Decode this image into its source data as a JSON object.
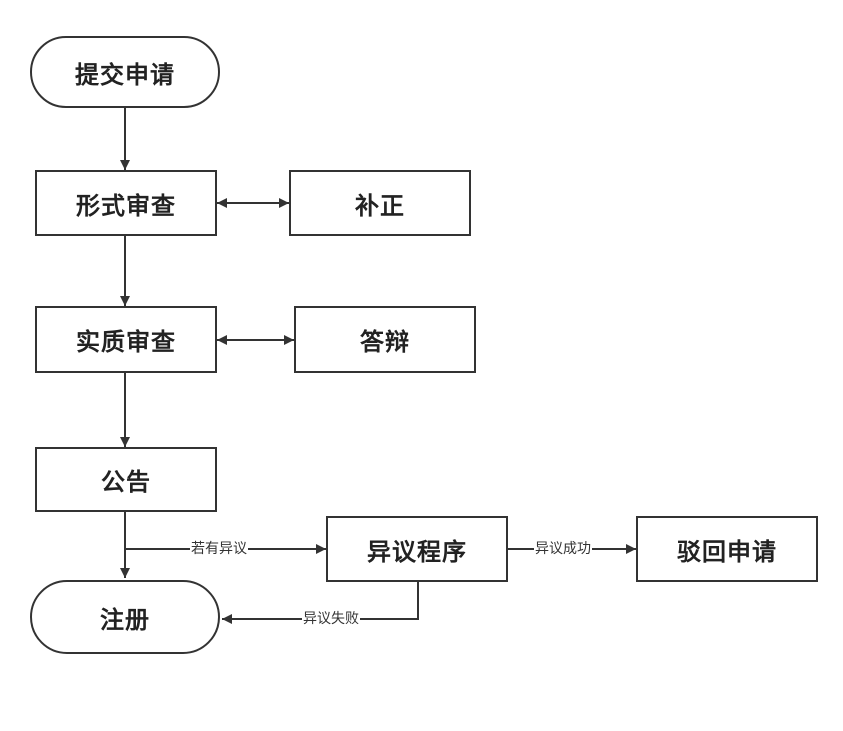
{
  "colors": {
    "stroke": "#333333",
    "text": "#222222",
    "background": "#ffffff"
  },
  "nodes": {
    "submit": "提交申请",
    "formal_review": "形式审查",
    "correction": "补正",
    "substantive_review": "实质审查",
    "reply": "答辩",
    "announcement": "公告",
    "opposition": "异议程序",
    "reject": "驳回申请",
    "register": "注册"
  },
  "edges": {
    "if_opposition": "若有异议",
    "opposition_success": "异议成功",
    "opposition_fail": "异议失败"
  }
}
